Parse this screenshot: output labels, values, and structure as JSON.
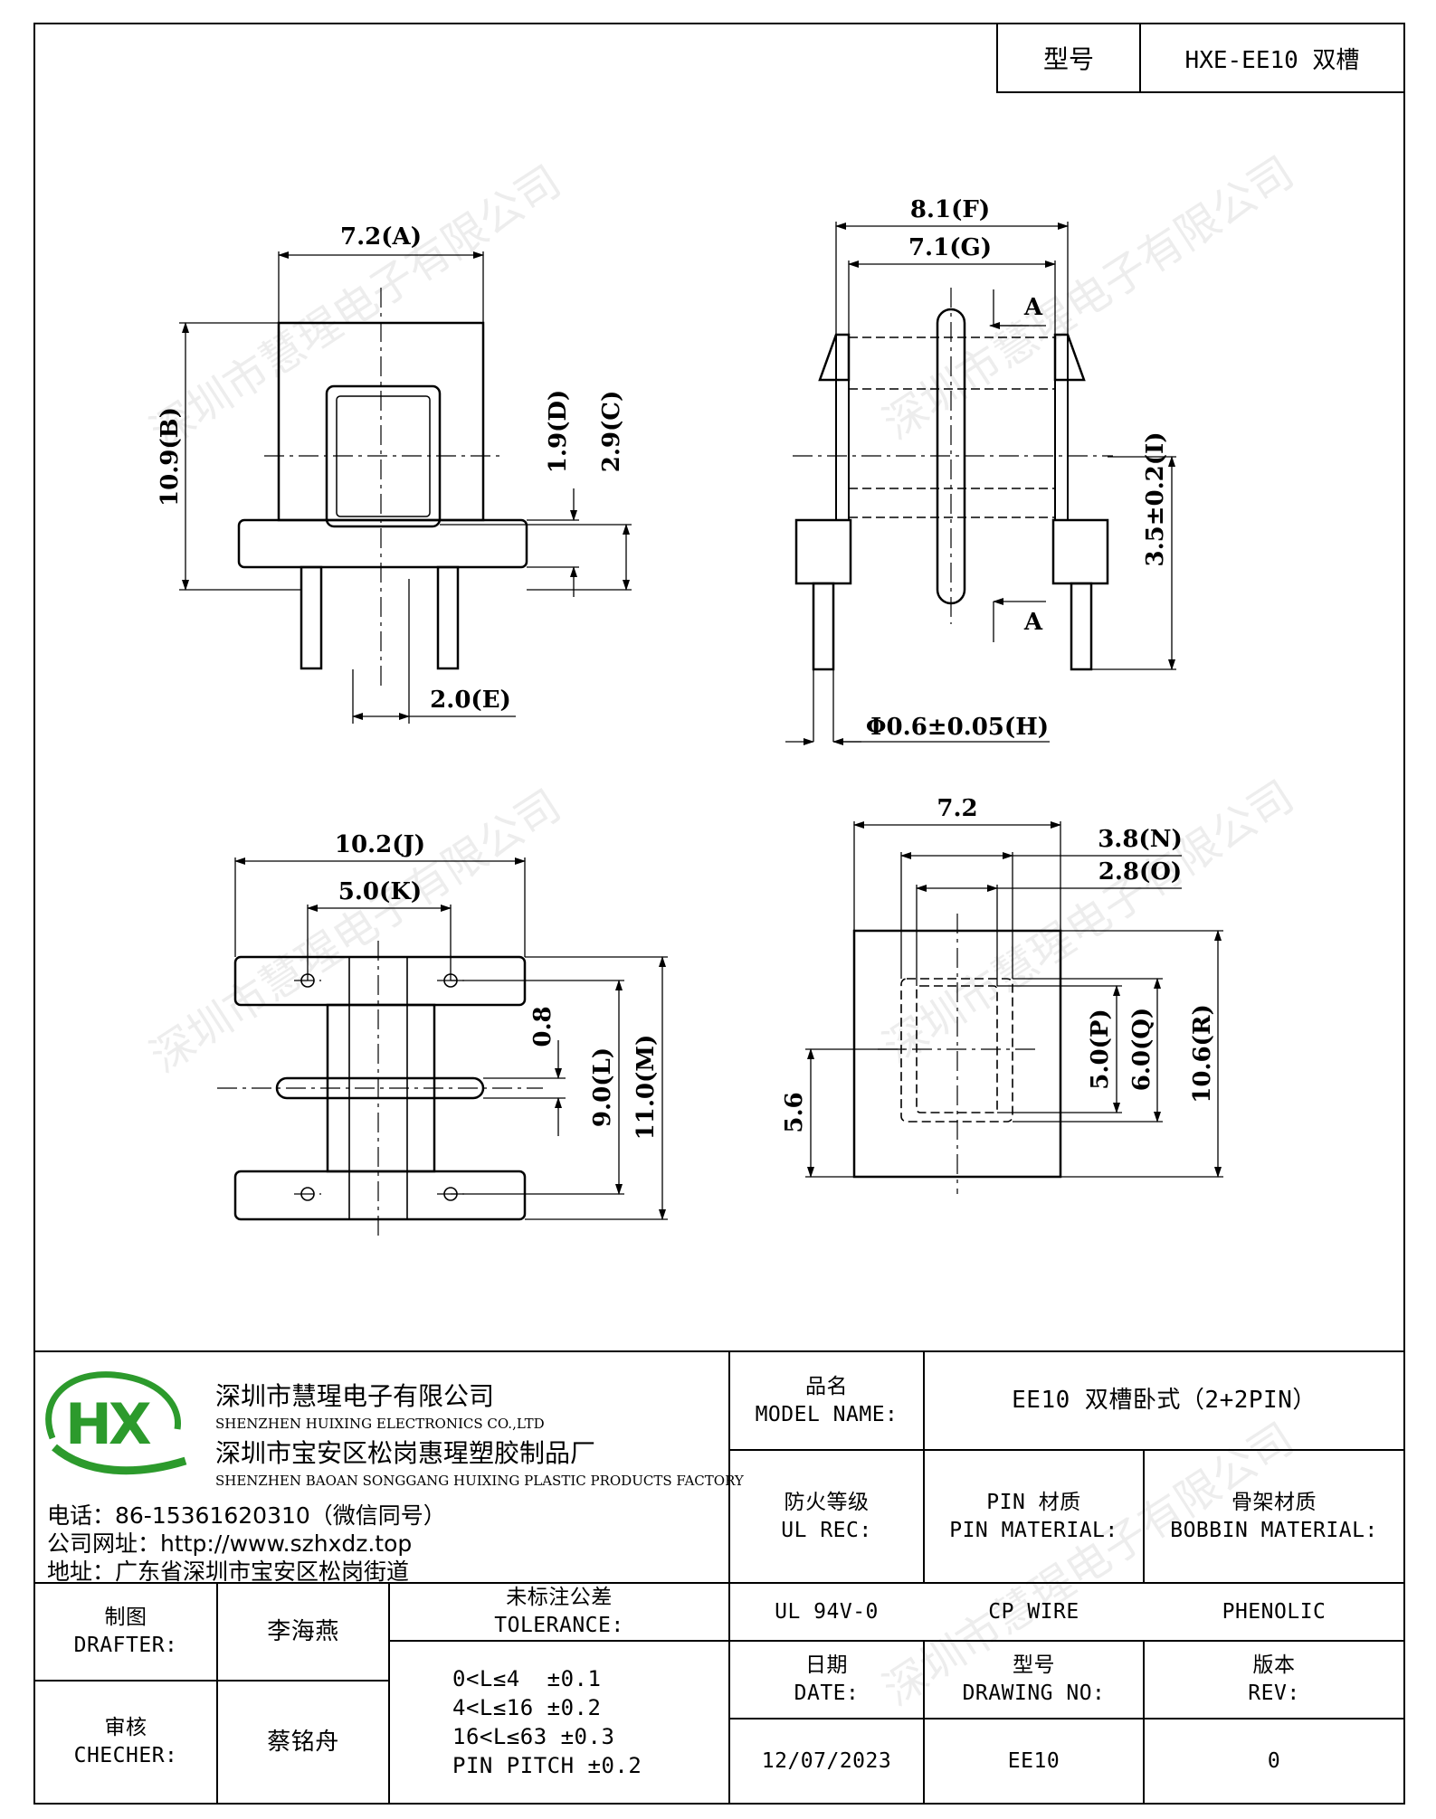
{
  "header": {
    "model_label": "型号",
    "model_value": "HXE-EE10 双槽"
  },
  "dimensions": {
    "A": "7.2(A)",
    "B": "10.9(B)",
    "C": "2.9(C)",
    "D": "1.9(D)",
    "E": "2.0(E)",
    "F": "8.1(F)",
    "G": "7.1(G)",
    "H": "Φ0.6±0.05(H)",
    "I": "3.5±0.2(I)",
    "J": "10.2(J)",
    "K": "5.0(K)",
    "gap": "0.8",
    "L": "9.0(L)",
    "M": "11.0(M)",
    "width72": "7.2",
    "N": "3.8(N)",
    "O": "2.8(O)",
    "P": "5.0(P)",
    "Q": "6.0(Q)",
    "R": "10.6(R)",
    "side56": "5.6",
    "section_mark": "A"
  },
  "company": {
    "logo_text": "HX",
    "name_cn": "深圳市慧瑆电子有限公司",
    "name_en": "SHENZHEN HUIXING ELECTRONICS CO.,LTD",
    "factory_cn": "深圳市宝安区松岗惠瑆塑胶制品厂",
    "factory_en": "SHENZHEN BAOAN SONGGANG HUIXING PLASTIC PRODUCTS FACTORY",
    "phone": "电话：86-15361620310（微信同号）",
    "website": "公司网址：http://www.szhxdz.top",
    "address": "地址：广东省深圳市宝安区松岗街道"
  },
  "title_block": {
    "model_name_label": "品名",
    "model_name_label_en": "MODEL NAME:",
    "model_name_value": "EE10 双槽卧式（2+2PIN）",
    "ul_label": "防火等级",
    "ul_label_en": "UL REC:",
    "pin_material_label": "PIN 材质",
    "pin_material_label_en": "PIN MATERIAL:",
    "bobbin_material_label": "骨架材质",
    "bobbin_material_label_en": "BOBBIN MATERIAL:",
    "ul_value": "UL 94V-0",
    "pin_material_value": "CP WIRE",
    "bobbin_material_value": "PHENOLIC",
    "drafter_label": "制图",
    "drafter_label_en": "DRAFTER:",
    "drafter_value": "李海燕",
    "checker_label": "审核",
    "checker_label_en": "CHECHER:",
    "checker_value": "蔡铭舟",
    "tolerance_label": "未标注公差",
    "tolerance_label_en": "TOLERANCE:",
    "tolerance_lines": [
      "0<L≤4  ±0.1",
      "4<L≤16 ±0.2",
      "16<L≤63 ±0.3",
      "PIN PITCH ±0.2"
    ],
    "date_label": "日期",
    "date_label_en": "DATE:",
    "date_value": "12/07/2023",
    "drawing_no_label": "型号",
    "drawing_no_label_en": "DRAWING NO:",
    "drawing_no_value": "EE10",
    "rev_label": "版本",
    "rev_label_en": "REV:",
    "rev_value": "0"
  },
  "watermark": "深圳市慧瑆电子有限公司"
}
